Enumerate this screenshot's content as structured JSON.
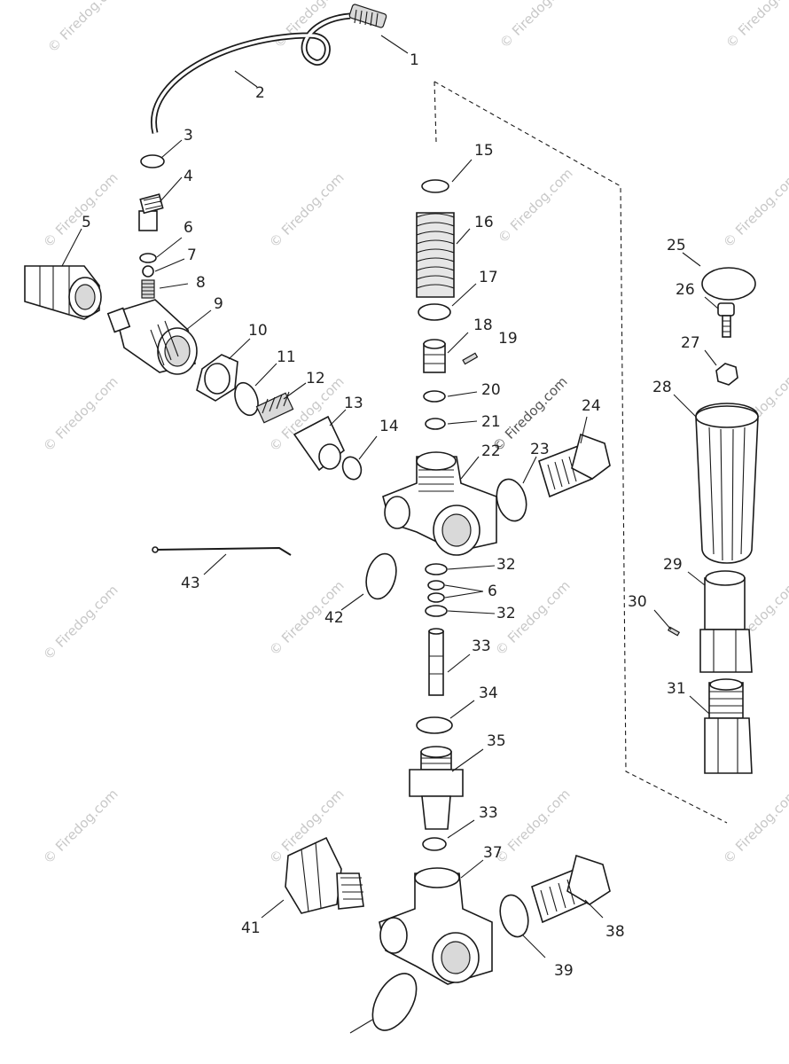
{
  "watermark": {
    "text": "© Firedog.com",
    "center_text": "© Firedog.com"
  },
  "callouts": {
    "c1": "1",
    "c2": "2",
    "c3": "3",
    "c4": "4",
    "c5": "5",
    "c6": "6",
    "c6b": "6",
    "c7": "7",
    "c8": "8",
    "c9": "9",
    "c10": "10",
    "c11": "11",
    "c12": "12",
    "c13": "13",
    "c14": "14",
    "c15": "15",
    "c16": "16",
    "c17": "17",
    "c18": "18",
    "c19": "19",
    "c20": "20",
    "c21": "21",
    "c22": "22",
    "c23": "23",
    "c24": "24",
    "c25": "25",
    "c26": "26",
    "c27": "27",
    "c28": "28",
    "c29": "29",
    "c30": "30",
    "c31": "31",
    "c32": "32",
    "c32b": "32",
    "c33": "33",
    "c33b": "33",
    "c34": "34",
    "c35": "35",
    "c37": "37",
    "c38": "38",
    "c39": "39",
    "c41": "41",
    "c42": "42",
    "c43": "43"
  }
}
